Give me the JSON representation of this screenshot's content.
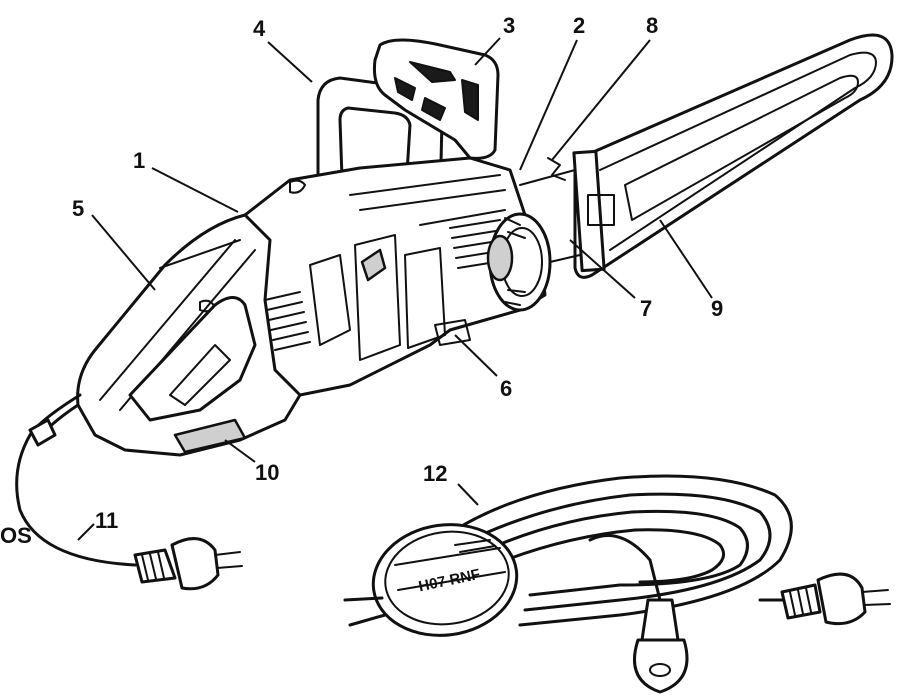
{
  "callouts": [
    {
      "id": "1",
      "text": "1"
    },
    {
      "id": "2",
      "text": "2"
    },
    {
      "id": "3",
      "text": "3"
    },
    {
      "id": "4",
      "text": "4"
    },
    {
      "id": "5",
      "text": "5"
    },
    {
      "id": "6",
      "text": "6"
    },
    {
      "id": "7",
      "text": "7"
    },
    {
      "id": "8",
      "text": "8"
    },
    {
      "id": "9",
      "text": "9"
    },
    {
      "id": "10",
      "text": "10"
    },
    {
      "id": "11",
      "text": "11"
    },
    {
      "id": "12",
      "text": "12"
    }
  ],
  "edge_text": "OS",
  "cable_label": "H07 RNF",
  "colors": {
    "ink": "#111111",
    "background": "#ffffff",
    "shade": "#cfcfcf"
  }
}
